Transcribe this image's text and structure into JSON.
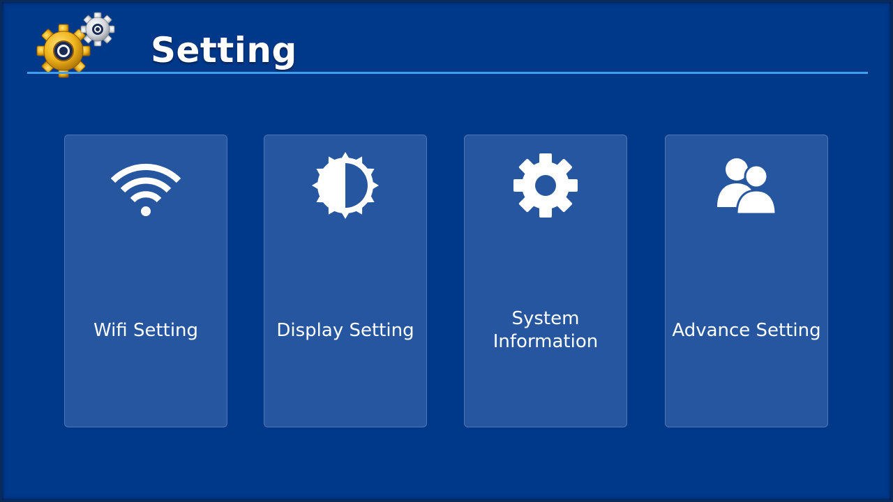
{
  "header": {
    "title": "Setting",
    "logo_icon": "gears-icon",
    "accent_color": "#3ea0ee"
  },
  "cards": [
    {
      "label": "Wifi Setting",
      "icon": "wifi-icon"
    },
    {
      "label": "Display Setting",
      "icon": "brightness-icon"
    },
    {
      "label": "System\nInformation",
      "icon": "gear-icon"
    },
    {
      "label": "Advance Setting",
      "icon": "users-icon"
    }
  ],
  "colors": {
    "background": "#00388a",
    "card": "#2656a0",
    "card_border": "#4d77b8",
    "text": "#ffffff"
  }
}
